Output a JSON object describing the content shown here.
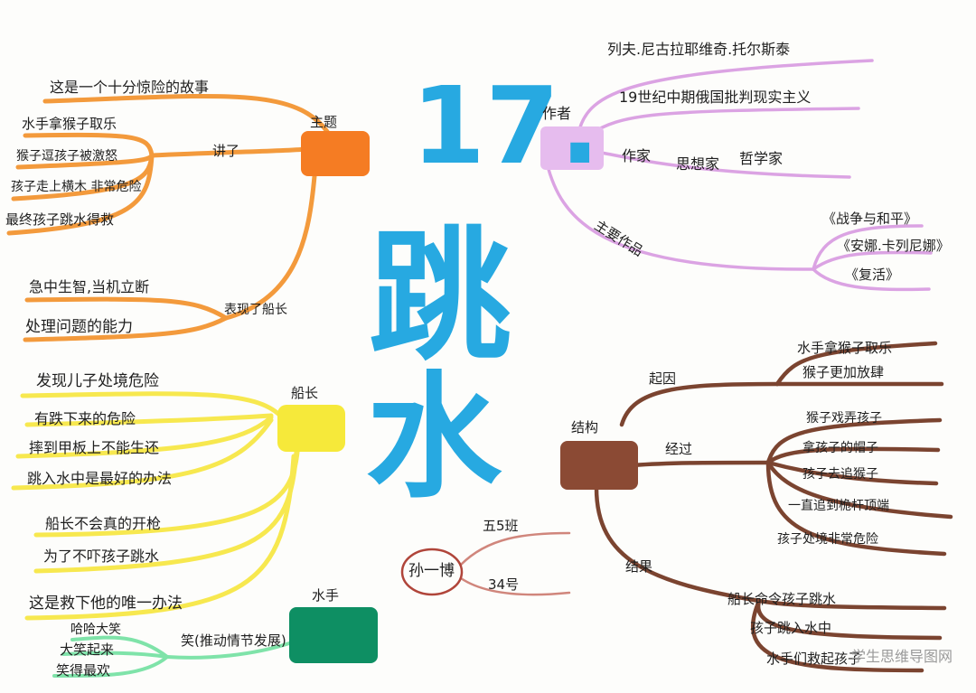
{
  "title": {
    "number": "17.",
    "char1": "跳",
    "char2": "水"
  },
  "theme": {
    "label": "主题",
    "intro": "这是一个十分惊险的故事",
    "tell_label": "讲了",
    "tell_items": [
      "水手拿猴子取乐",
      "猴子逗孩子被激怒",
      "孩子走上横木 非常危险",
      "最终孩子跳水得救"
    ],
    "show_label": "表现了船长",
    "show_items": [
      "急中生智,当机立断",
      "处理问题的能力"
    ]
  },
  "author": {
    "label": "作者",
    "name": "列夫.尼古拉耶维奇.托尔斯泰",
    "era": "19世纪中期俄国批判现实主义",
    "roles": [
      "作家",
      "思想家",
      "哲学家"
    ],
    "works_label": "主要作品",
    "works": [
      "《战争与和平》",
      "《安娜.卡列尼娜》",
      "《复活》"
    ]
  },
  "captain": {
    "label": "船长",
    "items": [
      "发现儿子处境危险",
      "有跌下来的危险",
      "摔到甲板上不能生还",
      "跳入水中是最好的办法",
      "船长不会真的开枪",
      "为了不吓孩子跳水",
      "这是救下他的唯一办法"
    ]
  },
  "sailor": {
    "label": "水手",
    "laugh_label": "笑(推动情节发展)",
    "laughs": [
      "哈哈大笑",
      "大笑起来",
      "笑得最欢"
    ]
  },
  "structure": {
    "label": "结构",
    "cause_label": "起因",
    "cause": [
      "水手拿猴子取乐",
      "猴子更加放肆"
    ],
    "process_label": "经过",
    "process": [
      "猴子戏弄孩子",
      "拿孩子的帽子",
      "孩子去追猴子",
      "一直追到桅杆顶端",
      "孩子处境非常危险"
    ],
    "result_label": "结果",
    "result": [
      "船长命令孩子跳水",
      "孩子跳入水中",
      "水手们救起孩子"
    ]
  },
  "student": {
    "name": "孙一博",
    "class": "五5班",
    "number": "34号"
  },
  "watermark": "学生思维导图网"
}
